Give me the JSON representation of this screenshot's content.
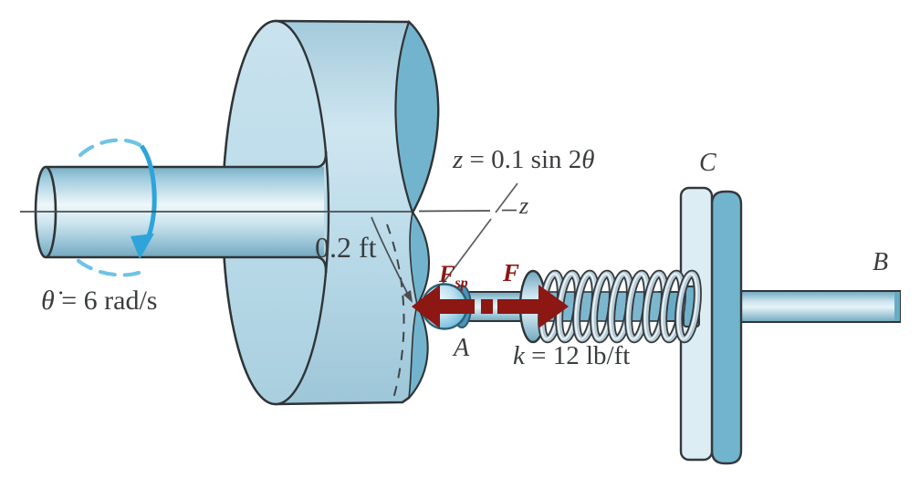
{
  "figure": {
    "title": "cam-follower-spring-mechanism",
    "equation": {
      "z": "z",
      "mid": " = 0.1 sin 2",
      "theta": "θ"
    },
    "axis_label": "z",
    "cam_dimension": "0.2 ft",
    "angular_velocity": {
      "sym": "θ̇",
      "rest": " = 6 rad/s"
    },
    "spring_force": {
      "main": "F",
      "sub": "sp"
    },
    "force_label": "F",
    "spring_stiffness": {
      "k": "k",
      "rest": " = 12 lb/ft"
    },
    "point_a": "A",
    "point_b": "B",
    "point_c": "C"
  },
  "colors": {
    "body_blue": "#b9d9e8",
    "face_teal": "#72b4cd",
    "wall_front": "#dcedf4",
    "rotation_cyan": "#2ea4da",
    "force_red": "#8c1713",
    "outline": "#2f3437",
    "text": "#3a3d3f"
  },
  "icons": {
    "rotation_arrow": "curved-arrow-clockwise-about-shaft",
    "force_arrows": "opposing-horizontal-arrows",
    "dimension_arrow": "leader-arrow-to-cam-surface"
  }
}
